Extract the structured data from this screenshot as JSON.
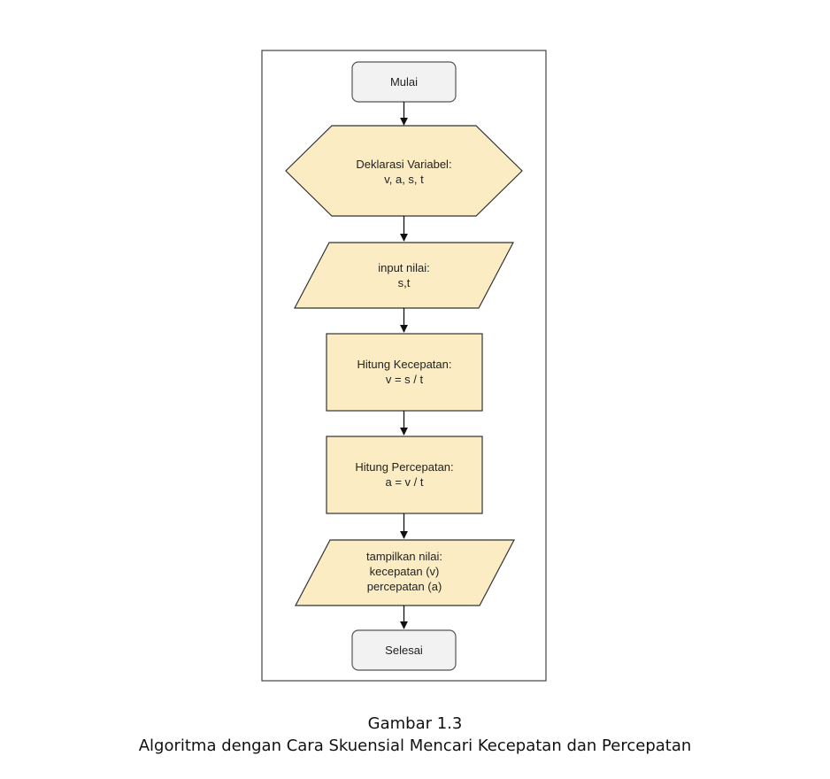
{
  "flowchart": {
    "start": {
      "label": "Mulai"
    },
    "declare": {
      "lines": [
        "Deklarasi Variabel:",
        "v, a, s, t"
      ]
    },
    "input": {
      "lines": [
        "input nilai:",
        "s,t"
      ]
    },
    "process_speed": {
      "lines": [
        "Hitung Kecepatan:",
        "v = s / t"
      ]
    },
    "process_accel": {
      "lines": [
        "Hitung Percepatan:",
        "a = v / t"
      ]
    },
    "output": {
      "lines": [
        "tampilkan nilai:",
        "kecepatan (v)",
        "percepatan (a)"
      ]
    },
    "end": {
      "label": "Selesai"
    }
  },
  "colors": {
    "terminal_fill": "#f2f2f2",
    "shape_fill": "#fbecc3",
    "stroke": "#333333"
  },
  "caption": {
    "figure": "Gambar 1.3",
    "title": "Algoritma dengan Cara Skuensial Mencari Kecepatan dan Percepatan"
  }
}
